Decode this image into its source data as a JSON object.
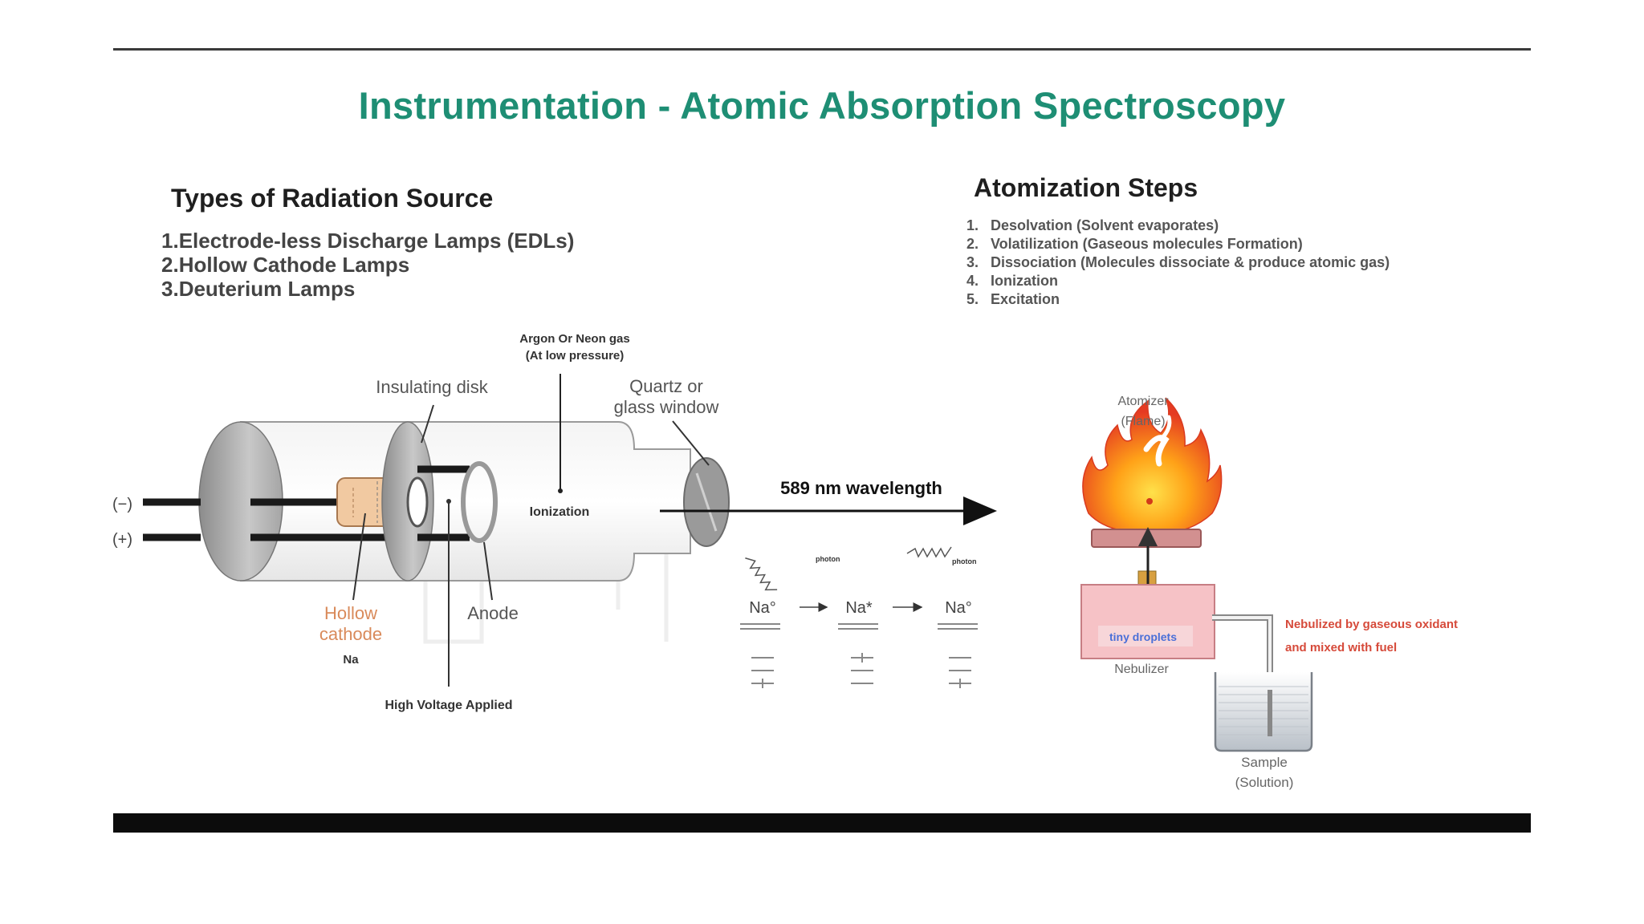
{
  "title": "Instrumentation - Atomic Absorption Spectroscopy",
  "sources": {
    "heading": "Types of Radiation Source",
    "items": [
      {
        "num": "1.",
        "text": "Electrode-less Discharge Lamps  (EDLs)"
      },
      {
        "num": "2.",
        "text": "Hollow Cathode Lamps"
      },
      {
        "num": "3.",
        "text": "Deuterium Lamps"
      }
    ]
  },
  "atomization": {
    "heading": "Atomization Steps",
    "items": [
      {
        "num": "1.",
        "text": "Desolvation (Solvent evaporates)"
      },
      {
        "num": "2.",
        "text": "Volatilization (Gaseous molecules Formation)"
      },
      {
        "num": "3.",
        "text": "Dissociation (Molecules dissociate & produce atomic gas)"
      },
      {
        "num": "4.",
        "text": "Ionization"
      },
      {
        "num": "5.",
        "text": "Excitation"
      }
    ]
  },
  "lamp": {
    "gas_label_1": "Argon Or Neon gas",
    "gas_label_2": "(At low pressure)",
    "insulating_disk": "Insulating disk",
    "window_1": "Quartz or",
    "window_2": "glass window",
    "ionization": "Ionization",
    "minus": "(−)",
    "plus": "(+)",
    "hollow_1": "Hollow",
    "hollow_2": "cathode",
    "na": "Na",
    "anode": "Anode",
    "high_voltage": "High Voltage Applied",
    "wavelength": "589 nm wavelength"
  },
  "transitions": {
    "atoms": [
      "Na°",
      "Na*",
      "Na°"
    ],
    "photon": "photon"
  },
  "atomizer": {
    "label_1": "Atomizer",
    "label_2": "(Flame)",
    "droplets": "tiny droplets",
    "nebulizer": "Nebulizer",
    "note_1": "Nebulized by gaseous oxidant",
    "note_2": "and mixed with fuel",
    "sample_1": "Sample",
    "sample_2": "(Solution)"
  },
  "colors": {
    "title": "#1e8e74",
    "hollow_cathode_label": "#d98a5a",
    "note": "#d64a3a",
    "flame_outer": "#e8452a",
    "flame_inner": "#ffb020",
    "nebulizer_fill": "#f6c2c6"
  }
}
